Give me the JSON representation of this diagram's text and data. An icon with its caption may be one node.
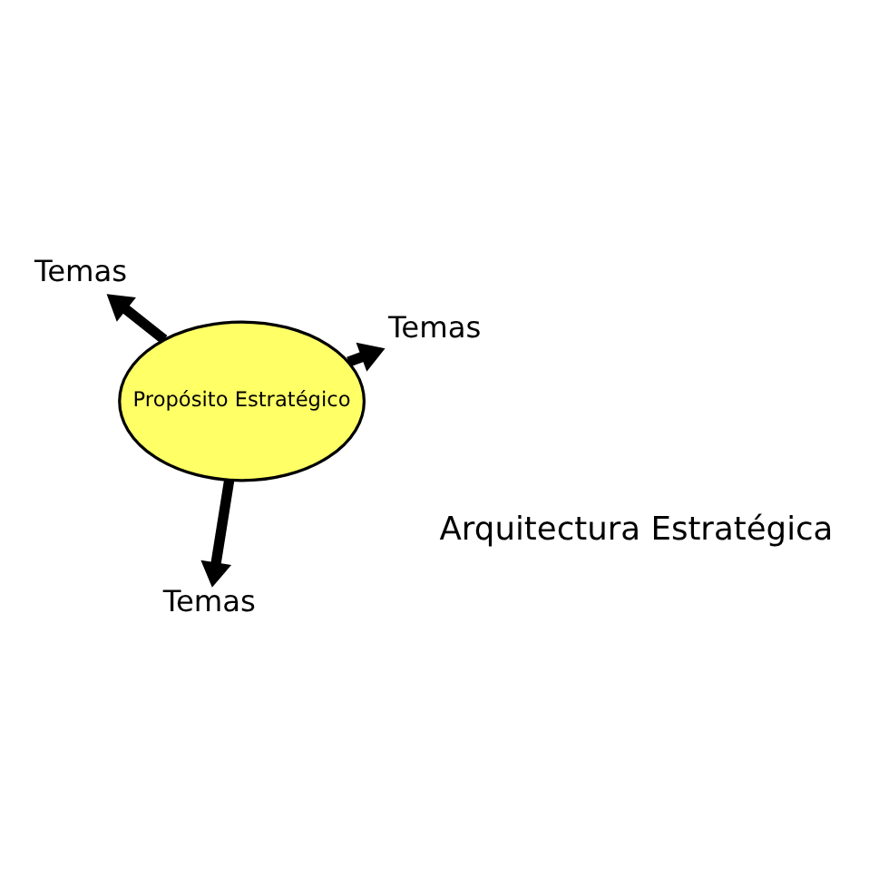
{
  "diagram": {
    "nodes": [
      {
        "text": [
          "Propósito Estratégico"
        ]
      },
      {
        "text": [
          "Temas"
        ]
      },
      {
        "text": [
          "Temas"
        ]
      },
      {
        "text": [
          "Temas"
        ]
      }
    ],
    "edges": [
      {
        "from": 0,
        "to": 1,
        "arrow": "to"
      },
      {
        "from": 0,
        "to": 2,
        "arrow": "to"
      },
      {
        "from": 0,
        "to": 3,
        "arrow": "to"
      }
    ],
    "labels": [
      "Arquitectura Estratégica"
    ]
  }
}
